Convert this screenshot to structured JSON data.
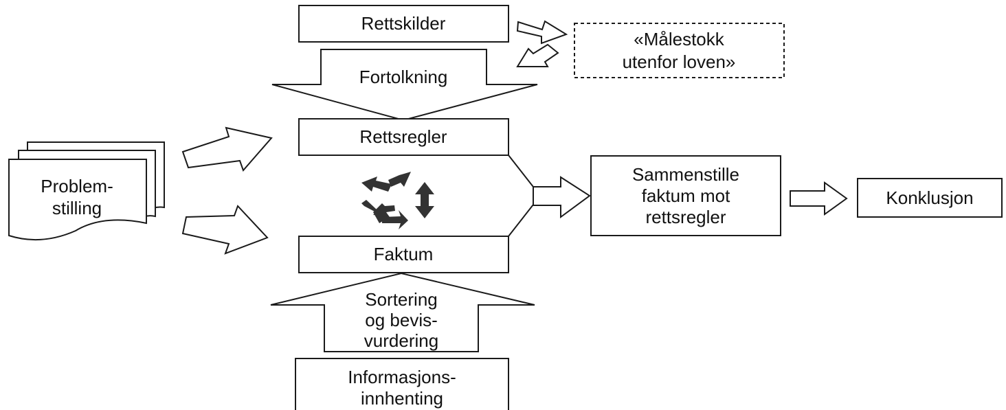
{
  "nodes": {
    "rettskilder": "Rettskilder",
    "malestokk": [
      "«Målestokk",
      "utenfor loven»"
    ],
    "fortolkning": "Fortolkning",
    "rettsregler": "Rettsregler",
    "problemstilling": [
      "Problem-",
      "stilling"
    ],
    "faktum": "Faktum",
    "sammenstille": [
      "Sammenstille",
      "faktum mot",
      "rettsregler"
    ],
    "konklusjon": "Konklusjon",
    "sortering": [
      "Sortering",
      "og bevis-",
      "vurdering"
    ],
    "informasjon": [
      "Informasjons-",
      "innhenting"
    ]
  }
}
